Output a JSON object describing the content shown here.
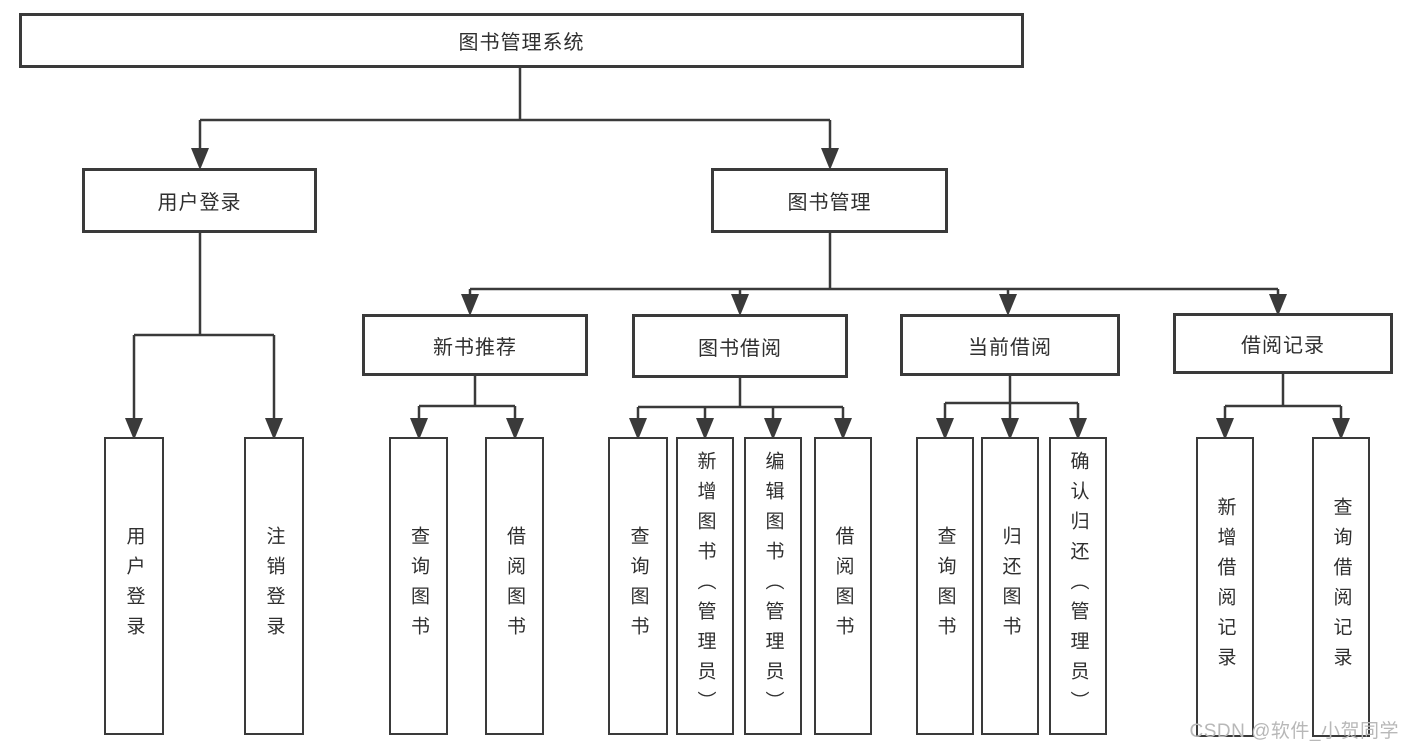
{
  "tree": {
    "label": "图书管理系统",
    "children": [
      {
        "label": "用户登录",
        "children": [
          {
            "label": "用户登录"
          },
          {
            "label": "注销登录"
          }
        ]
      },
      {
        "label": "图书管理",
        "children": [
          {
            "label": "新书推荐",
            "children": [
              {
                "label": "查询图书"
              },
              {
                "label": "借阅图书"
              }
            ]
          },
          {
            "label": "图书借阅",
            "children": [
              {
                "label": "查询图书"
              },
              {
                "label": "新增图书（管理员）"
              },
              {
                "label": "编辑图书（管理员）"
              },
              {
                "label": "借阅图书"
              }
            ]
          },
          {
            "label": "当前借阅",
            "children": [
              {
                "label": "查询图书"
              },
              {
                "label": "归还图书"
              },
              {
                "label": "确认归还（管理员）"
              }
            ]
          },
          {
            "label": "借阅记录",
            "children": [
              {
                "label": "新增借阅记录"
              },
              {
                "label": "查询借阅记录"
              }
            ]
          }
        ]
      }
    ]
  },
  "watermark": {
    "text": "CSDN @软件_小贺同学"
  },
  "colors": {
    "line": "#3a3a3a",
    "text": "#2f2f2f",
    "watermark": "#b8b8b8",
    "background": "#ffffff"
  }
}
